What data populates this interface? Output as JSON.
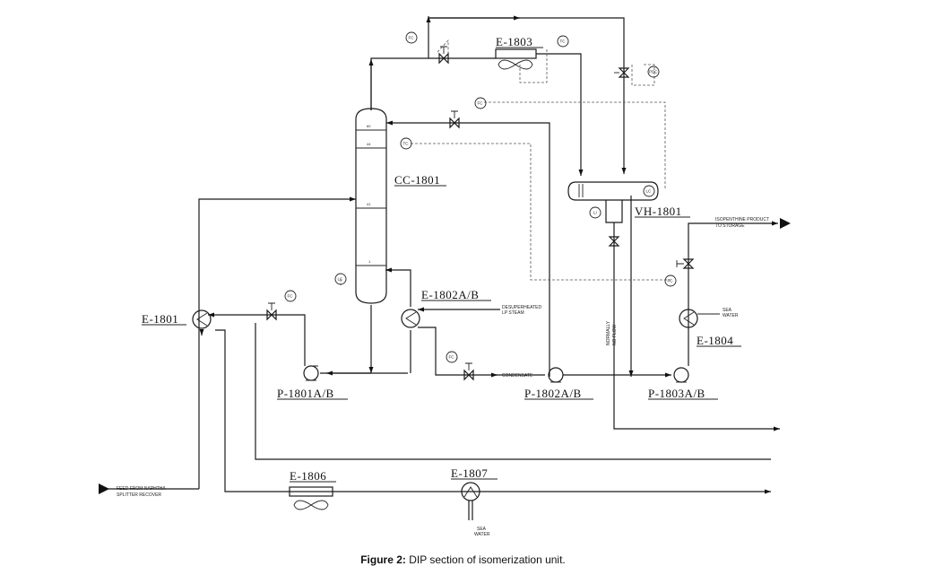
{
  "equipment": {
    "column": "CC-1801",
    "e1803": "E-1803",
    "vh1801": "VH-1801",
    "e1801": "E-1801",
    "e1802": "E-1802A/B",
    "e1804": "E-1804",
    "e1806": "E-1806",
    "e1807": "E-1807",
    "p1801": "P-1801A/B",
    "p1802": "P-1802A/B",
    "p1803": "P-1803A/B"
  },
  "instruments": {
    "fc": "FC",
    "tc": "TC",
    "pdc": "PDC",
    "lc": "LC",
    "li": "LI"
  },
  "trays": [
    "60",
    "44",
    "41",
    "1"
  ],
  "streams": {
    "product_line1": "ISOPENTHINE PRODUCT",
    "product_line2": "TO STORAGE",
    "feed_line1": "FEED FROM NAPHTHA",
    "feed_line2": "SPLITTER RECOVER",
    "steam_line1": "DESUPERHEATED",
    "steam_line2": "LP STEAM",
    "condensate": "CONDENSATE",
    "sea_water_e1804_line1": "SEA",
    "sea_water_e1804_line2": "WATER",
    "sea_water_e1807_line1": "SEA",
    "sea_water_e1807_line2": "WATER",
    "no_flow_line1": "NORMALLY",
    "no_flow_line2": "NO FLOW"
  },
  "caption": {
    "label": "Figure 2:",
    "text": " DIP section of isomerization unit."
  }
}
